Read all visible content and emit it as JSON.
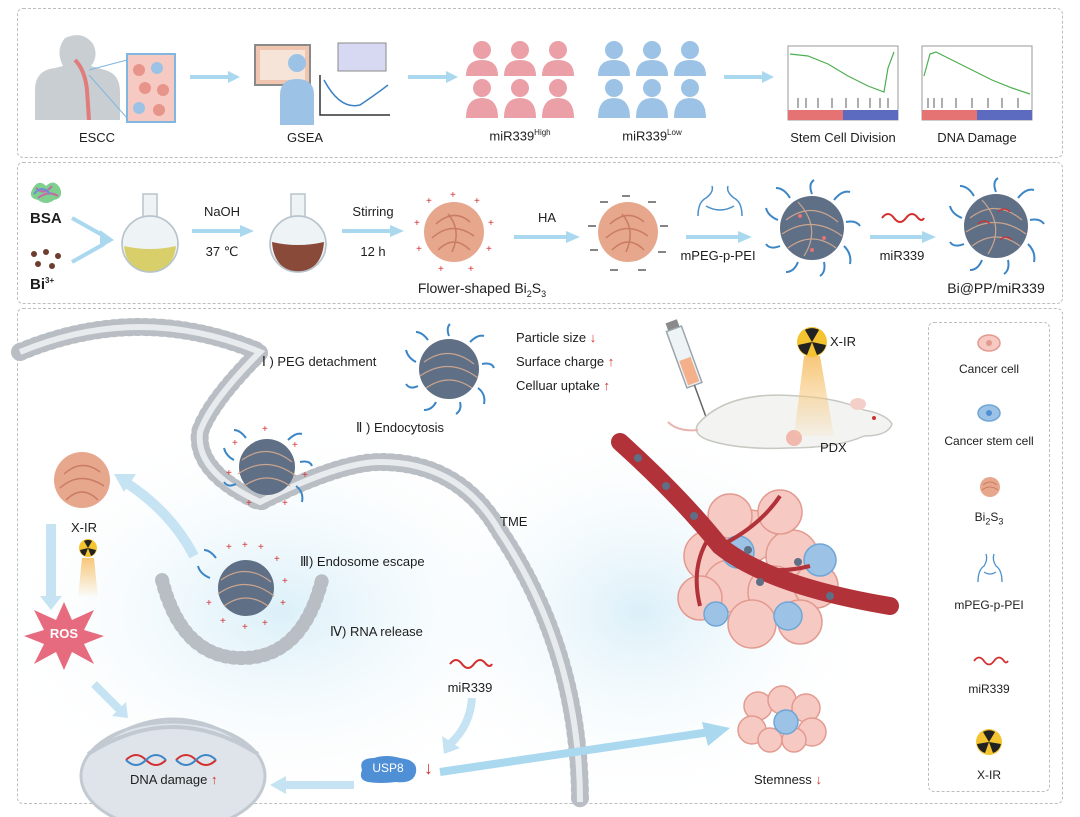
{
  "panel1": {
    "escc": "ESCC",
    "gsea": "GSEA",
    "mir_high_base": "miR339",
    "mir_high_sup": "High",
    "mir_low_base": "miR339",
    "mir_low_sup": "Low",
    "stem_cell_division": "Stem Cell Division",
    "dna_damage": "DNA Damage"
  },
  "panel2": {
    "bsa": "BSA",
    "bi_base": "Bi",
    "bi_sup": "3+",
    "naoh": "NaOH",
    "temp": "37 ℃",
    "stirring": "Stirring",
    "time": "12 h",
    "ha": "HA",
    "mpeg": "mPEG-p-PEI",
    "mir339": "miR339",
    "flower_pre": "Flower-shaped Bi",
    "flower_sub1": "2",
    "flower_mid": "S",
    "flower_sub2": "3",
    "product": "Bi@PP/miR339"
  },
  "panel3": {
    "step1": "Ⅰ ) PEG detachment",
    "step2": "Ⅱ ) Endocytosis",
    "step3": "Ⅲ) Endosome escape",
    "step4": "Ⅳ) RNA release",
    "particle_size": "Particle size",
    "surface_charge": "Surface charge",
    "cellular_uptake": "Celluar uptake",
    "down_arrow": "↓",
    "up_arrow": "↑",
    "xir_left": "X-IR",
    "xir_mouse": "X-IR",
    "ros": "ROS",
    "tme": "TME",
    "mir339": "miR339",
    "usp8": "USP8",
    "dna_damage": "DNA damage",
    "stemness": "Stemness",
    "pdx": "PDX"
  },
  "legend": {
    "cancer_cell": "Cancer cell",
    "cancer_stem_cell": "Cancer stem cell",
    "bi2s3_pre": "Bi",
    "bi2s3_sub1": "2",
    "bi2s3_mid": "S",
    "bi2s3_sub2": "3",
    "mpeg": "mPEG-p-PEI",
    "mir339": "miR339",
    "xir": "X-IR"
  },
  "colors": {
    "arrow": "#a9d8ef",
    "red": "#d32f2f",
    "pink_person": "#eaa0a6",
    "blue_person": "#9cc3e6",
    "flower": "#e6a78c",
    "membrane": "#b9bec4"
  }
}
